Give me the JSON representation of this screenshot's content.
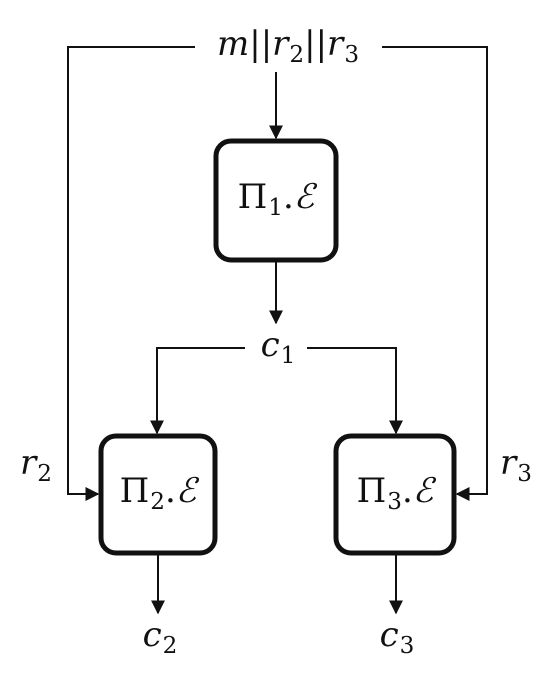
{
  "input": {
    "m": "m",
    "sep": "||",
    "r2": "r",
    "r2_sub": "2",
    "r3": "r",
    "r3_sub": "3"
  },
  "boxes": [
    {
      "pi": "Π",
      "sub": "1",
      "dot": ".",
      "E": "ℰ"
    },
    {
      "pi": "Π",
      "sub": "2",
      "dot": ".",
      "E": "ℰ"
    },
    {
      "pi": "Π",
      "sub": "3",
      "dot": ".",
      "E": "ℰ"
    }
  ],
  "c1": {
    "c": "c",
    "sub": "1"
  },
  "c2": {
    "c": "c",
    "sub": "2"
  },
  "c3": {
    "c": "c",
    "sub": "3"
  },
  "side_left": {
    "r": "r",
    "sub": "2"
  },
  "side_right": {
    "r": "r",
    "sub": "3"
  },
  "colors": {
    "stroke": "#111111",
    "background": "#ffffff"
  }
}
